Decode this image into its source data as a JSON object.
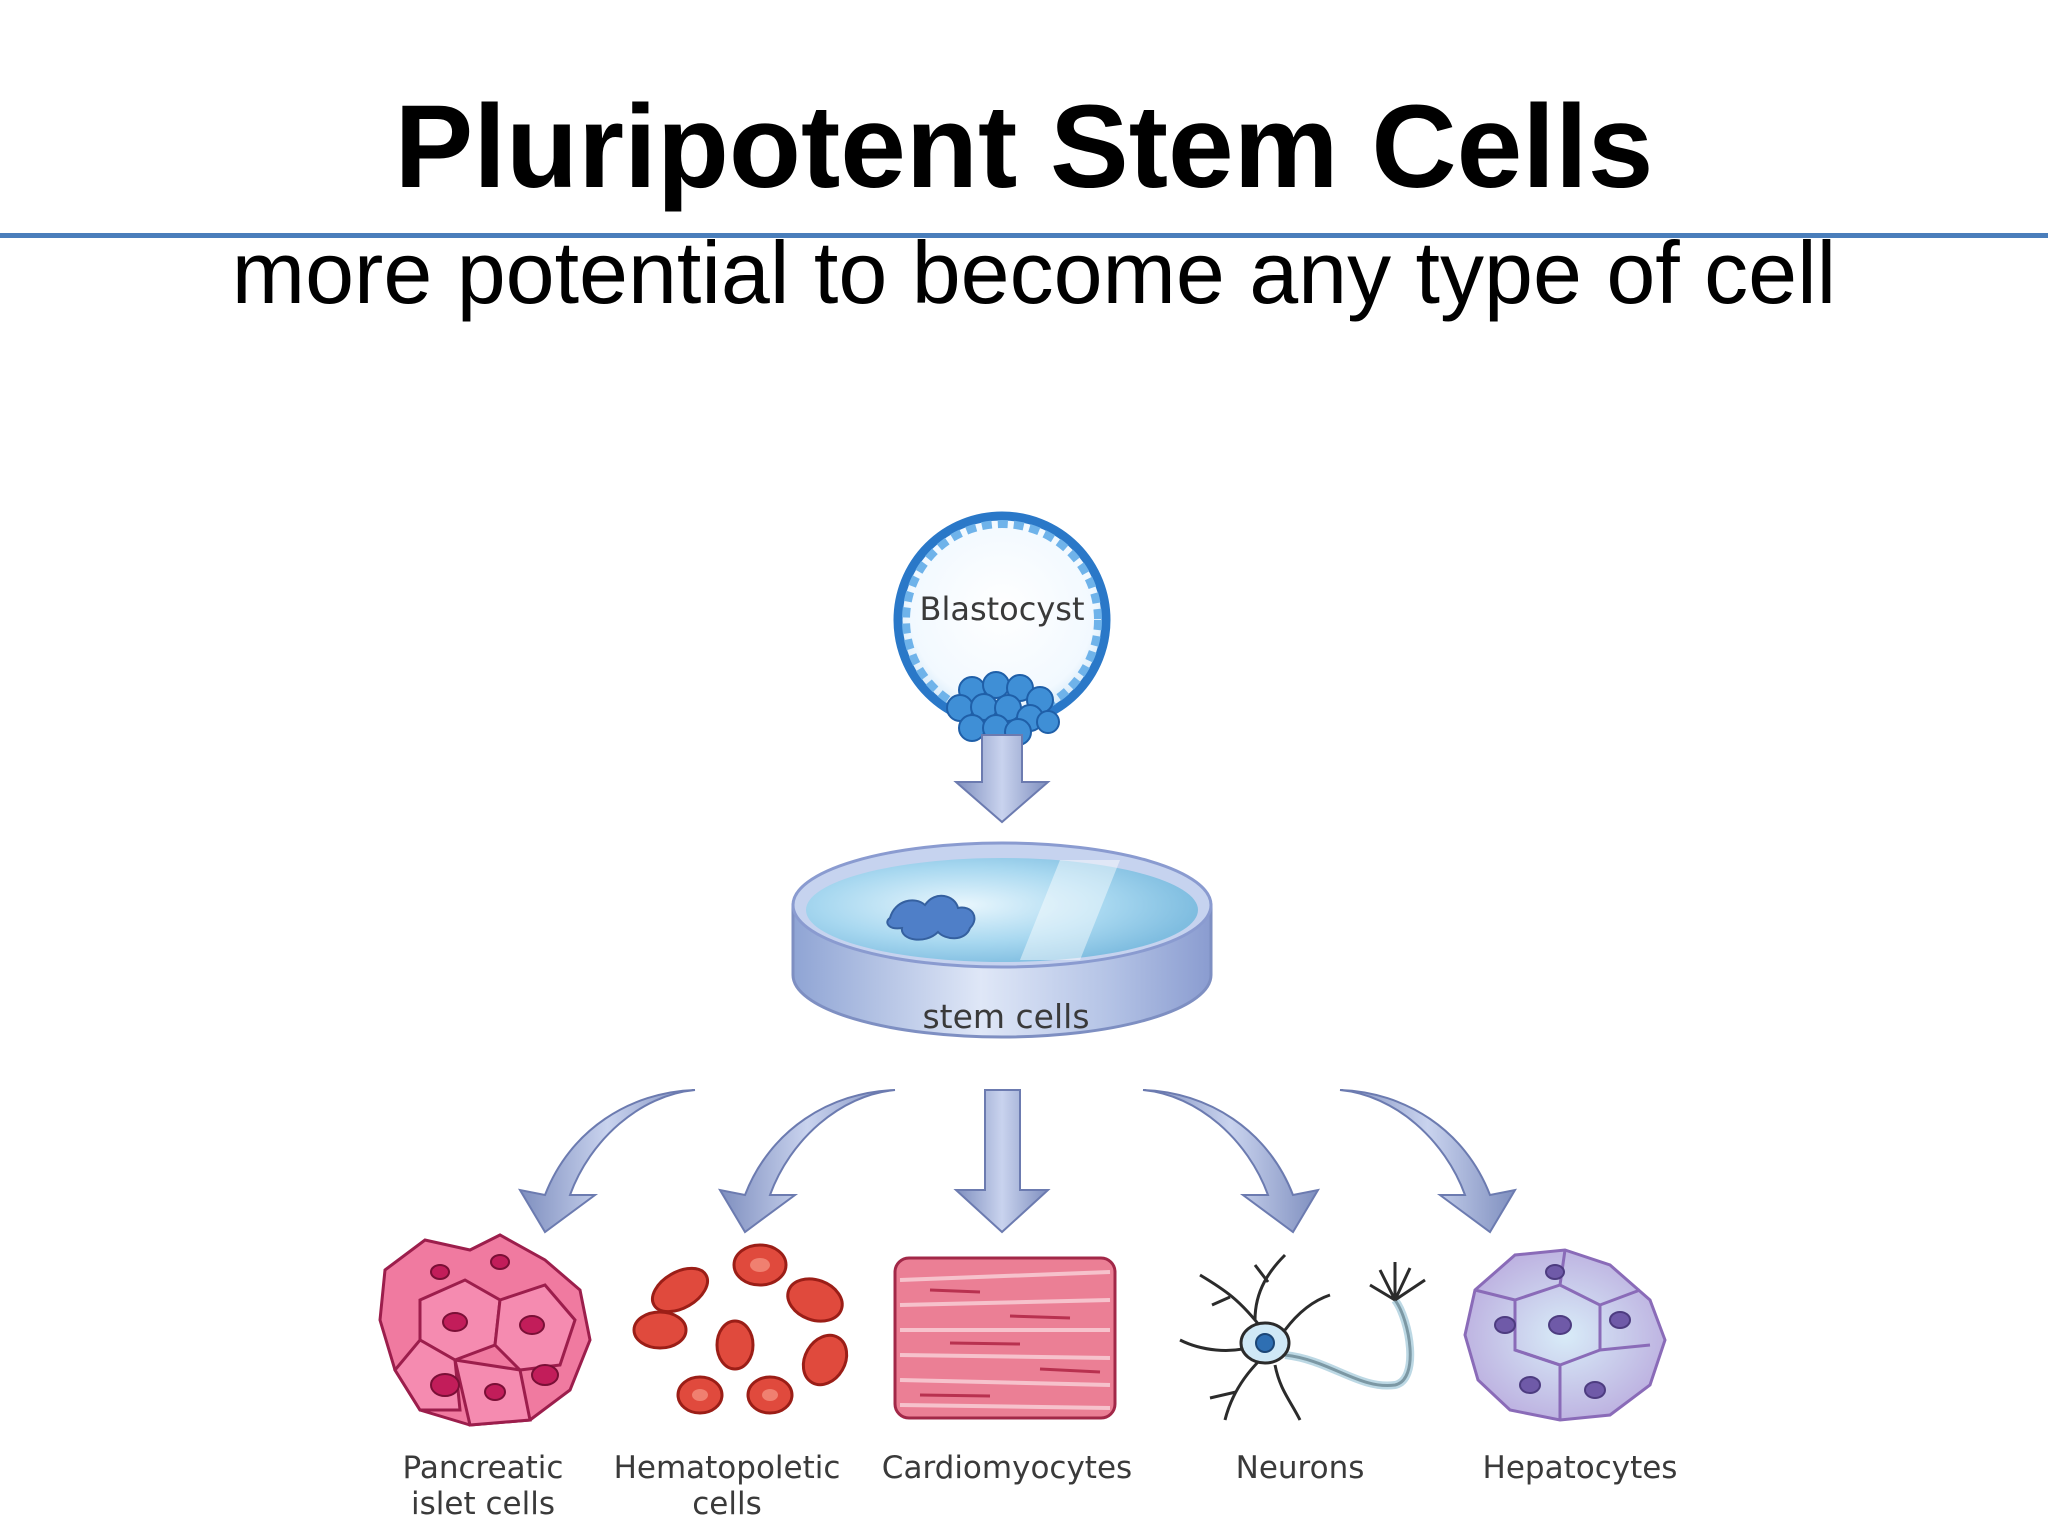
{
  "slide": {
    "title": "Pluripotent Stem Cells",
    "subtitle": "more potential to become any type of cell",
    "rule_color": "#4a7ebb"
  },
  "diagram": {
    "source": {
      "label": "Blastocyst"
    },
    "culture": {
      "label": "stem cells"
    },
    "cell_types": [
      {
        "lines": [
          "Pancreatic",
          "islet cells"
        ],
        "icon": "pancreatic-islet-cells-icon",
        "color": "#e8507e"
      },
      {
        "lines": [
          "Hematopoletic",
          "cells"
        ],
        "icon": "hematopoietic-cells-icon",
        "color": "#d93a2f"
      },
      {
        "lines": [
          "Cardiomyocytes"
        ],
        "icon": "cardiomyocytes-icon",
        "color": "#d9607a"
      },
      {
        "lines": [
          "Neurons"
        ],
        "icon": "neuron-icon",
        "color": "#2e6fb3"
      },
      {
        "lines": [
          "Hepatocytes"
        ],
        "icon": "hepatocytes-icon",
        "color": "#9b86c6"
      }
    ]
  }
}
